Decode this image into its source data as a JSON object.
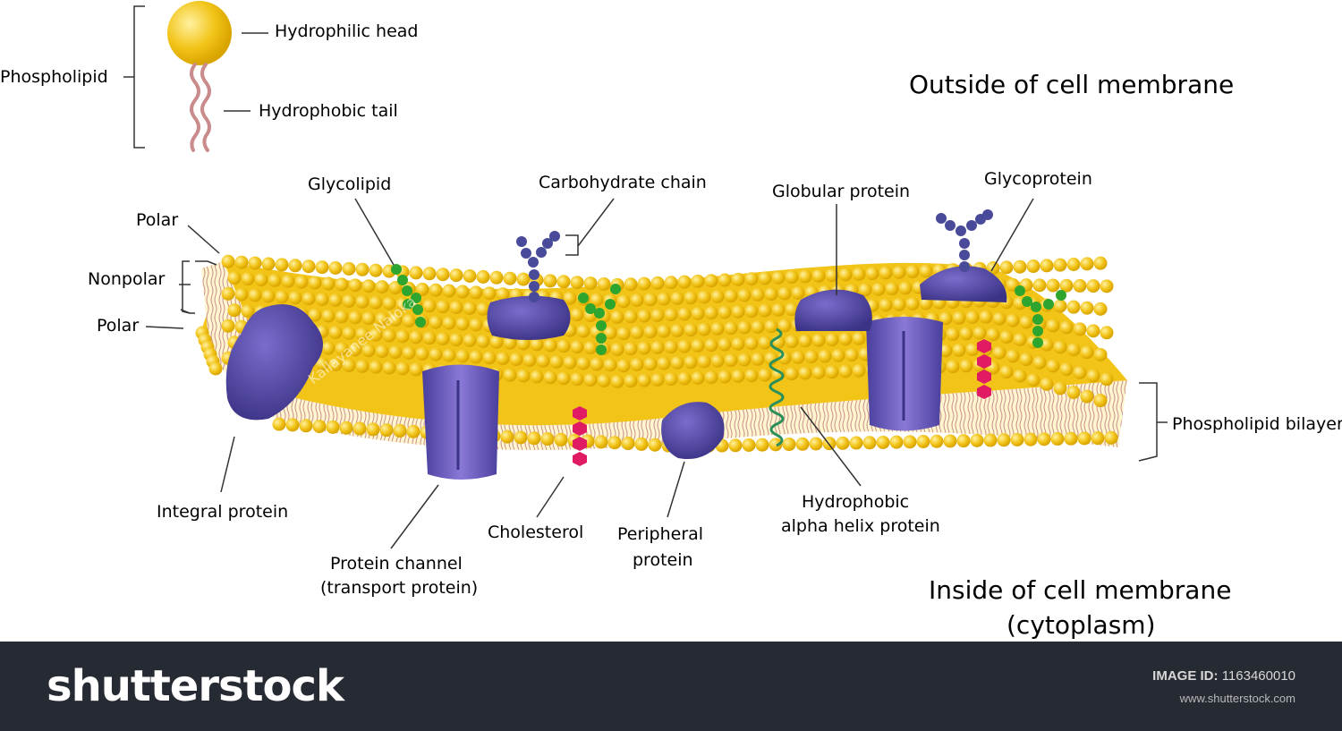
{
  "labels": {
    "phospholipid": "Phospholipid",
    "hydrophilic_head": "Hydrophilic head",
    "hydrophobic_tail": "Hydrophobic tail",
    "outside": "Outside of cell membrane",
    "glycolipid": "Glycolipid",
    "carbohydrate_chain": "Carbohydrate chain",
    "globular_protein": "Globular protein",
    "glycoprotein": "Glycoprotein",
    "polar_top": "Polar",
    "nonpolar": "Nonpolar",
    "polar_bottom": "Polar",
    "phospholipid_bilayer": "Phospholipid bilayer",
    "integral_protein": "Integral protein",
    "protein_channel_1": "Protein channel",
    "protein_channel_2": "(transport protein)",
    "cholesterol": "Cholesterol",
    "peripheral_1": "Peripheral",
    "peripheral_2": "protein",
    "alpha_helix_1": "Hydrophobic",
    "alpha_helix_2": "alpha helix protein",
    "inside_1": "Inside of cell membrane",
    "inside_2": "(cytoplasm)"
  },
  "footer": {
    "logo": "shutterstock",
    "image_id_label": "IMAGE ID:",
    "image_id": "1163460010",
    "site": "www.shutterstock.com"
  },
  "colors": {
    "head": "#f2c418",
    "head_edge": "#d9a400",
    "tail": "#c98b8b",
    "protein": "#6c5bb8",
    "protein_dark": "#3f3685",
    "sugar_green": "#2ea52e",
    "sugar_blue": "#4a4a9a",
    "cholesterol": "#e01a63",
    "helix": "#2a8f5a",
    "footer_bg": "#262a33"
  },
  "watermark": "Kallayanee Naloka"
}
